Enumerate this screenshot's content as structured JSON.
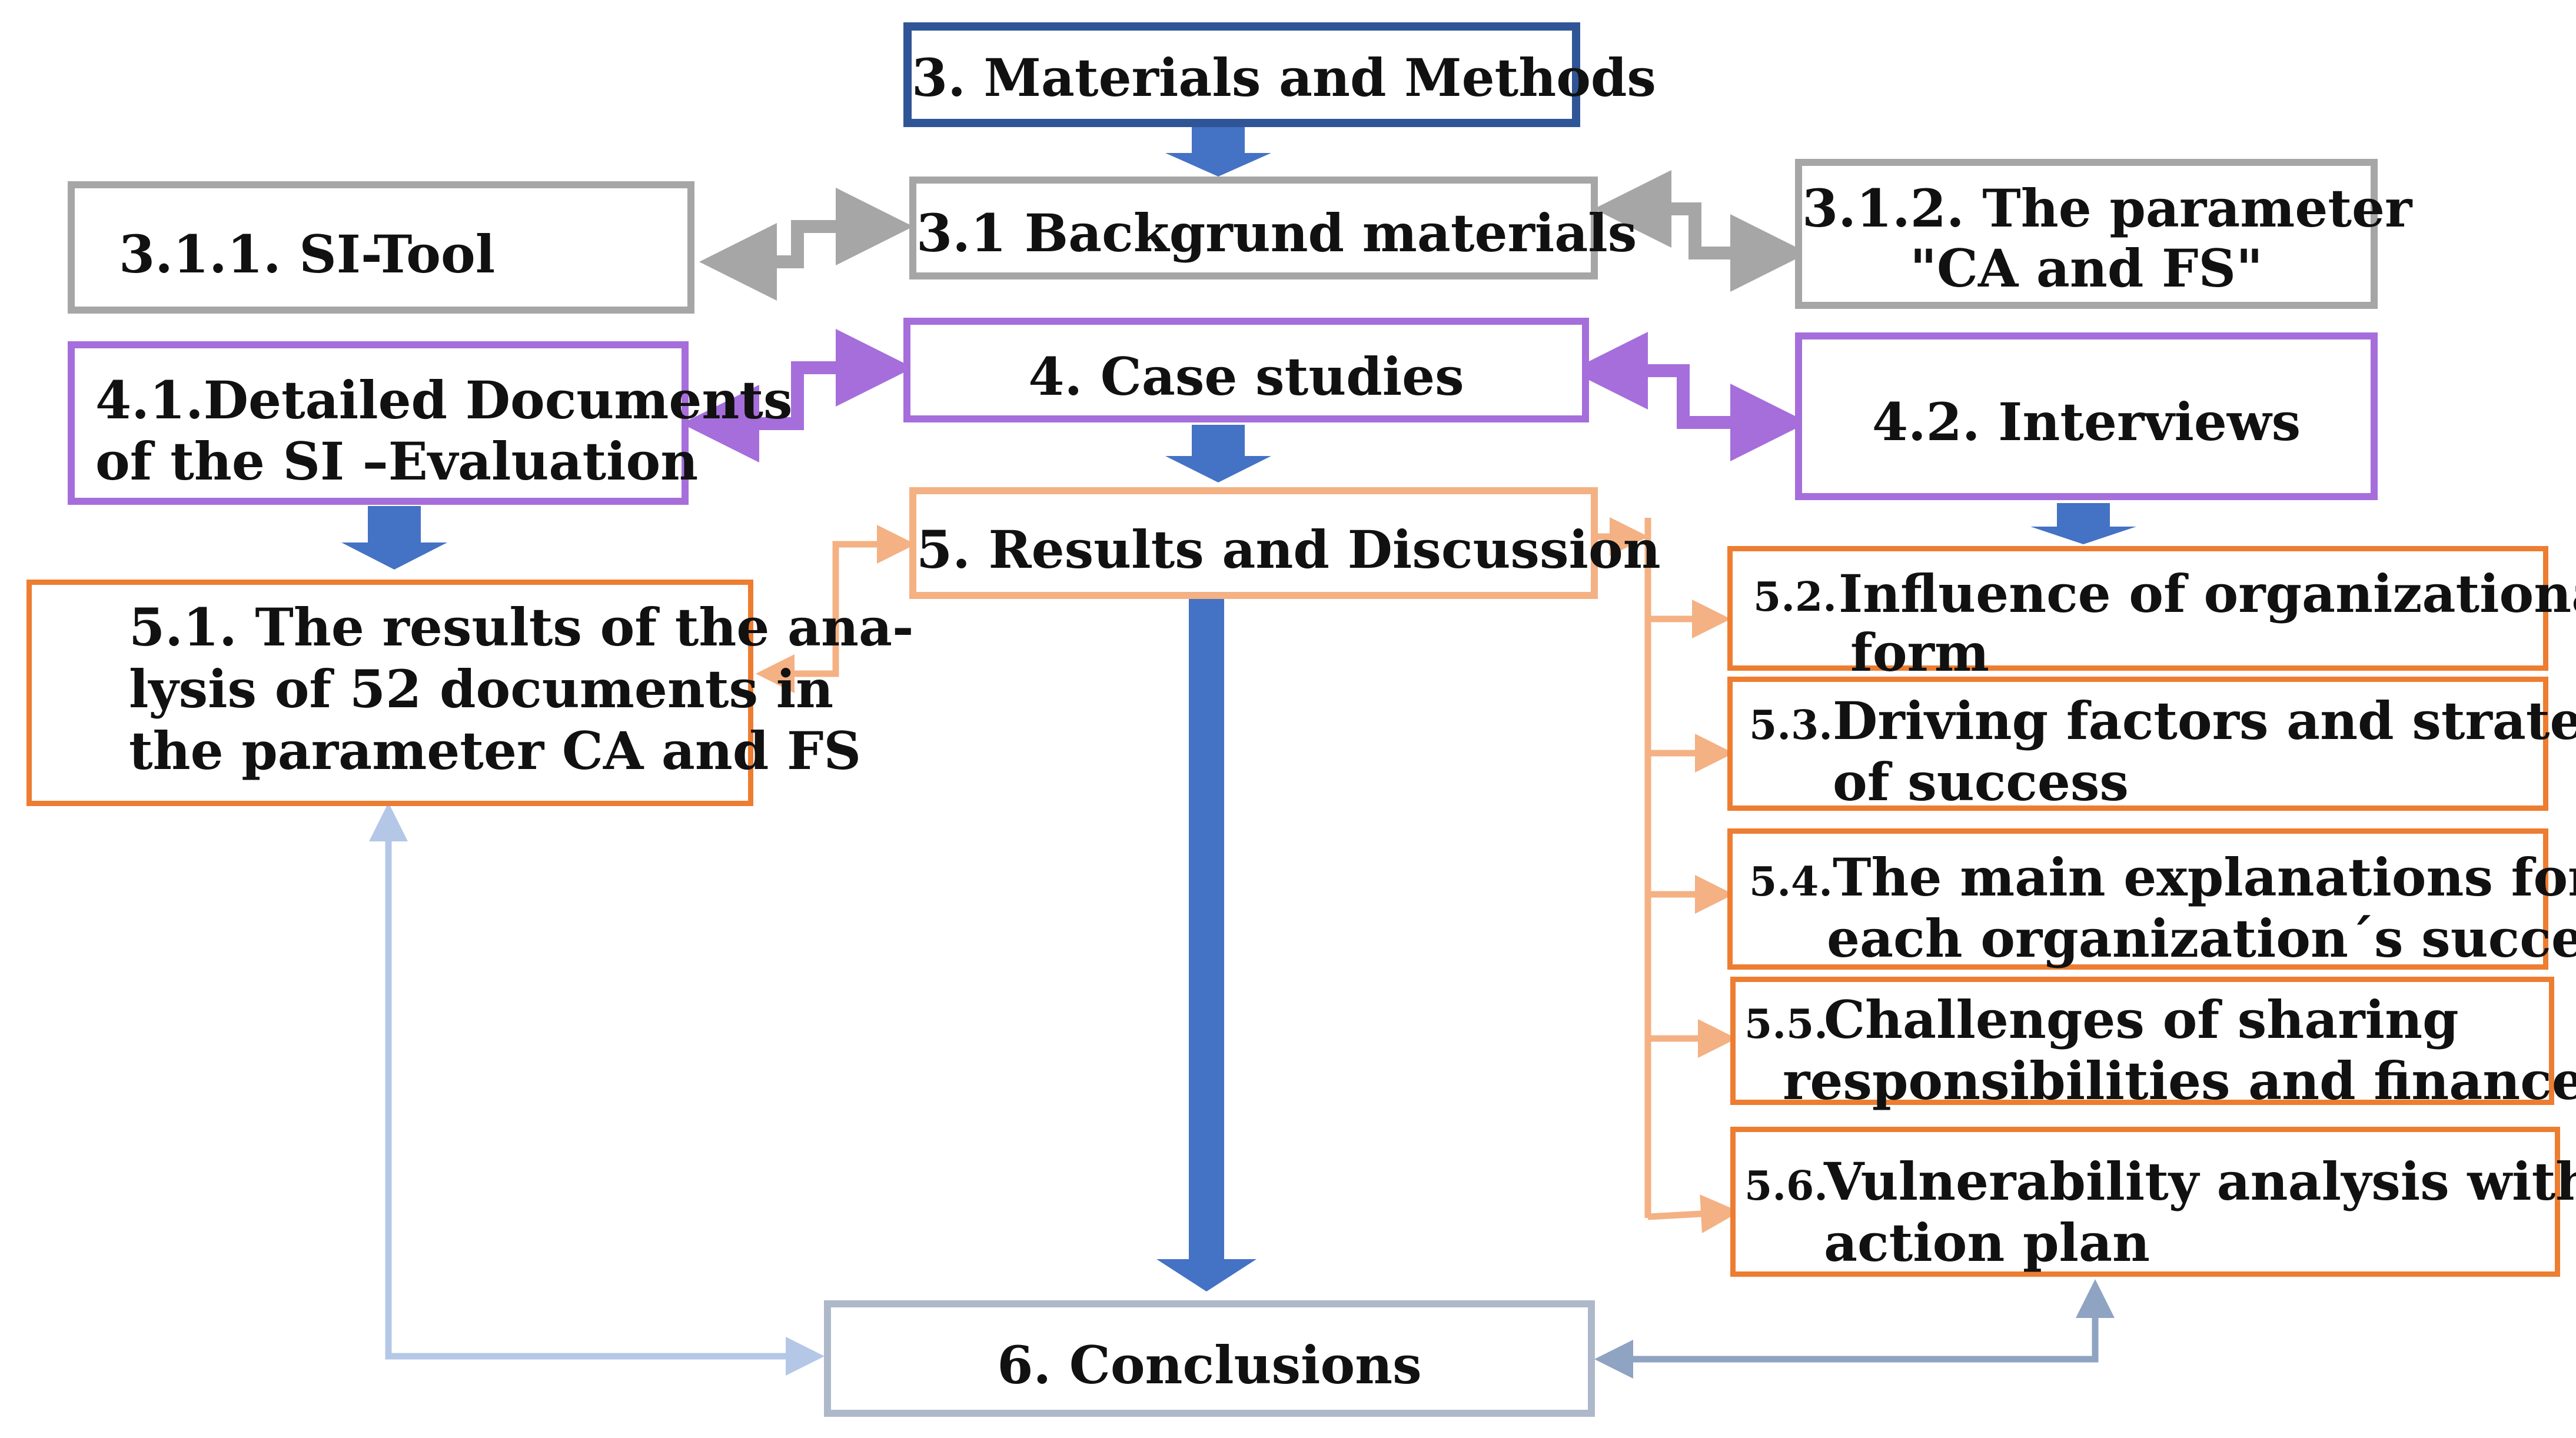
{
  "title_box": {
    "label": "3. Materials and Methods"
  },
  "background": {
    "label": "3.1 Backgrund materials",
    "si_tool": "3.1.1.  SI-Tool",
    "parameter_line1": "3.1.2. The parameter",
    "parameter_line2": "\"CA and FS\""
  },
  "case_studies": {
    "label": "4. Case studies",
    "detailed_line1": "4.1.Detailed Documents",
    "detailed_line2": "of the SI –Evaluation",
    "interviews": "4.2. Interviews"
  },
  "results": {
    "label": "5. Results and Discussion",
    "r51_line1": "5.1. The results of the ana-",
    "r51_line2": "lysis of 52 documents in",
    "r51_line3": "the parameter CA and FS",
    "r52_num": "5.2.",
    "r52_line1": "Influence of organizational",
    "r52_line2": "form",
    "r53_num": "5.3.",
    "r53_line1": "Driving factors and strategies",
    "r53_line2": "of success",
    "r54_num": "5.4.",
    "r54_line1": "The main explanations for",
    "r54_line2": "each organization´s success",
    "r55_num": "5.5.",
    "r55_line1": "Challenges of sharing",
    "r55_line2": "responsibilities and finances",
    "r56_num": "5.6.",
    "r56_line1": "Vulnerability analysis  with an",
    "r56_line2": "action plan"
  },
  "conclusions": {
    "label": "6. Conclusions"
  },
  "colors": {
    "navy": "#2F5597",
    "arrow_blue": "#4472C4",
    "gray": "#A6A6A6",
    "purple": "#A66EDB",
    "orange": "#ED7D31",
    "light_orange": "#F4B183",
    "steel": "#ADB9CA",
    "light_blue": "#B4C7E7"
  }
}
